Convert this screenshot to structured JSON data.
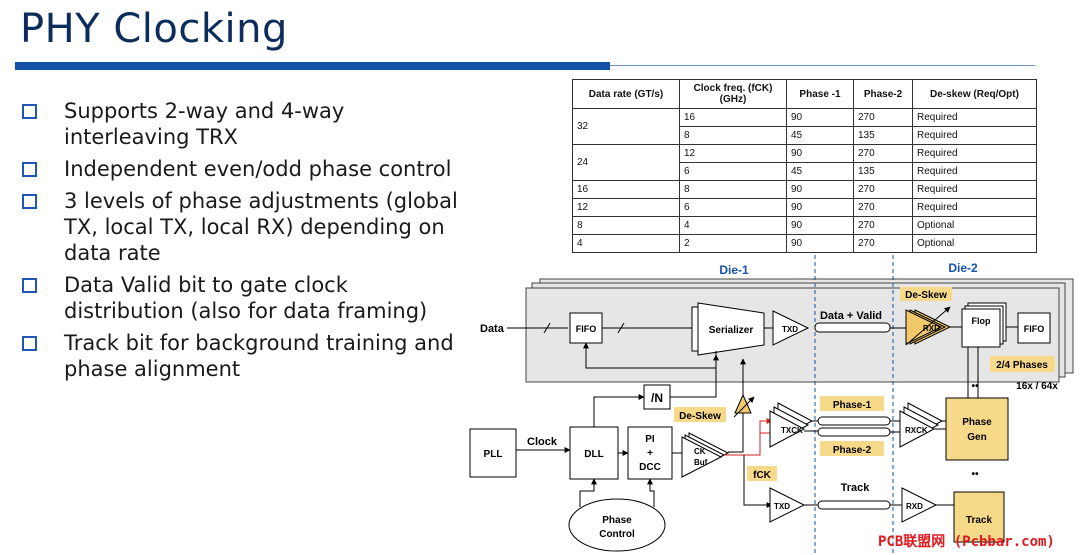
{
  "title": "PHY Clocking",
  "bullets": [
    "Supports 2-way and 4-way interleaving TRX",
    "Independent even/odd phase control",
    "3 levels of phase adjustments (global TX, local TX, local RX) depending on data rate",
    "Data Valid bit to gate clock distribution (also for data framing)",
    "Track bit for background training and phase alignment"
  ],
  "table": {
    "headers": [
      "Data rate (GT/s)",
      "Clock freq. (fCK) (GHz)",
      "Phase -1",
      "Phase-2",
      "De-skew (Req/Opt)"
    ],
    "rows": [
      [
        "32",
        "16",
        "90",
        "270",
        "Required"
      ],
      [
        "",
        "8",
        "45",
        "135",
        "Required"
      ],
      [
        "24",
        "12",
        "90",
        "270",
        "Required"
      ],
      [
        "",
        "6",
        "45",
        "135",
        "Required"
      ],
      [
        "16",
        "8",
        "90",
        "270",
        "Required"
      ],
      [
        "12",
        "6",
        "90",
        "270",
        "Required"
      ],
      [
        "8",
        "4",
        "90",
        "270",
        "Optional"
      ],
      [
        "4",
        "2",
        "90",
        "270",
        "Optional"
      ]
    ]
  },
  "diagram": {
    "die1": "Die-1",
    "die2": "Die-2",
    "data_in": "Data",
    "fifo_tx": "FIFO",
    "serializer": "Serializer",
    "txd": "TXD",
    "data_valid": "Data + Valid",
    "de_skew_rx": "De-Skew",
    "rxd": "RXD",
    "flop": "Flop",
    "fifo_rx": "FIFO",
    "phases": "2/4 Phases",
    "lanes": "16x / 64x",
    "div_n": "/N",
    "de_skew_tx": "De-Skew",
    "phase1": "Phase-1",
    "phase2": "Phase-2",
    "txck": "TXCK",
    "rxck": "RXCK",
    "phase_gen_1": "Phase",
    "phase_gen_2": "Gen",
    "pll": "PLL",
    "clock": "Clock",
    "dll": "DLL",
    "pi_1": "PI",
    "pi_2": "+",
    "pi_3": "DCC",
    "ckbuf_1": "CK",
    "ckbuf_2": "Buf",
    "fck": "fCK",
    "txd_track": "TXD",
    "track": "Track",
    "rxd_track": "RXD",
    "track_block": "Track",
    "phase_ctrl_1": "Phase",
    "phase_ctrl_2": "Control",
    "dots": "••"
  },
  "watermark": "PCB联盟网 (Pcbbar.com)"
}
